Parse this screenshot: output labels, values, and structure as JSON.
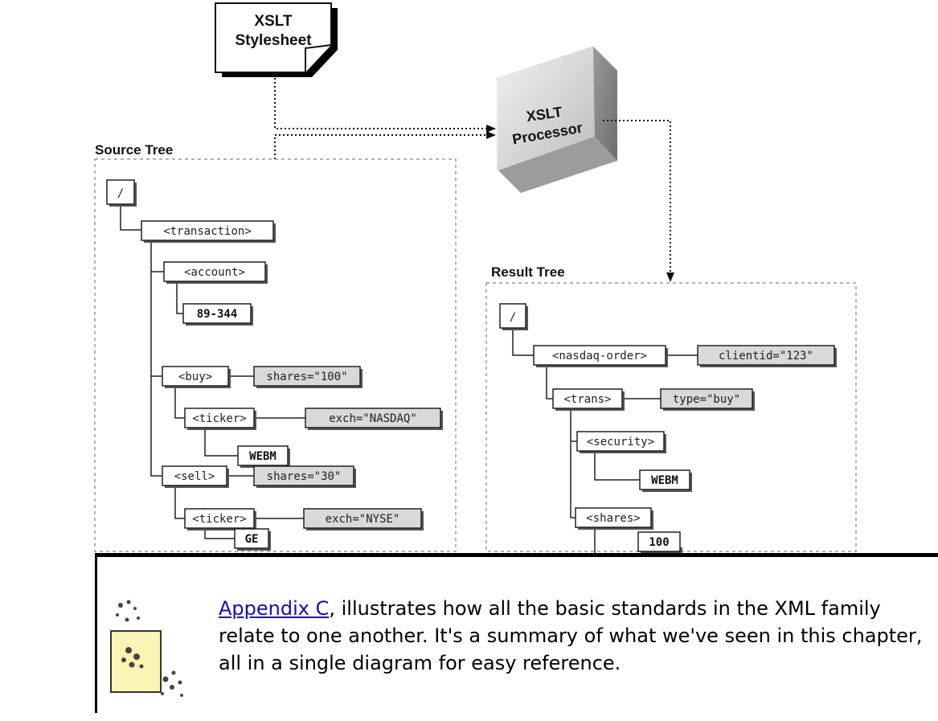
{
  "stylesheet": {
    "line1": "XSLT",
    "line2": "Stylesheet"
  },
  "processor": {
    "line1": "XSLT",
    "line2": "Processor"
  },
  "source_tree": {
    "title": "Source Tree",
    "root": "/",
    "transaction": "<transaction>",
    "account": "<account>",
    "account_value": "89-344",
    "buy": "<buy>",
    "buy_attr": "shares=\"100\"",
    "buy_ticker": "<ticker>",
    "buy_ticker_attr": "exch=\"NASDAQ\"",
    "buy_ticker_value": "WEBM",
    "sell": "<sell>",
    "sell_attr": "shares=\"30\"",
    "sell_ticker": "<ticker>",
    "sell_ticker_attr": "exch=\"NYSE\"",
    "sell_ticker_value": "GE"
  },
  "result_tree": {
    "title": "Result Tree",
    "root": "/",
    "order": "<nasdaq-order>",
    "order_attr": "clientid=\"123\"",
    "trans": "<trans>",
    "trans_attr": "type=\"buy\"",
    "security": "<security>",
    "security_value": "WEBM",
    "shares": "<shares>",
    "shares_value": "100"
  },
  "note": {
    "link": "Appendix C",
    "text": ", illustrates how all the basic standards in the XML family relate to one another. It's a summary of what we've seen in this chapter, all in a single diagram for easy reference."
  },
  "icon_name": "note-icon"
}
